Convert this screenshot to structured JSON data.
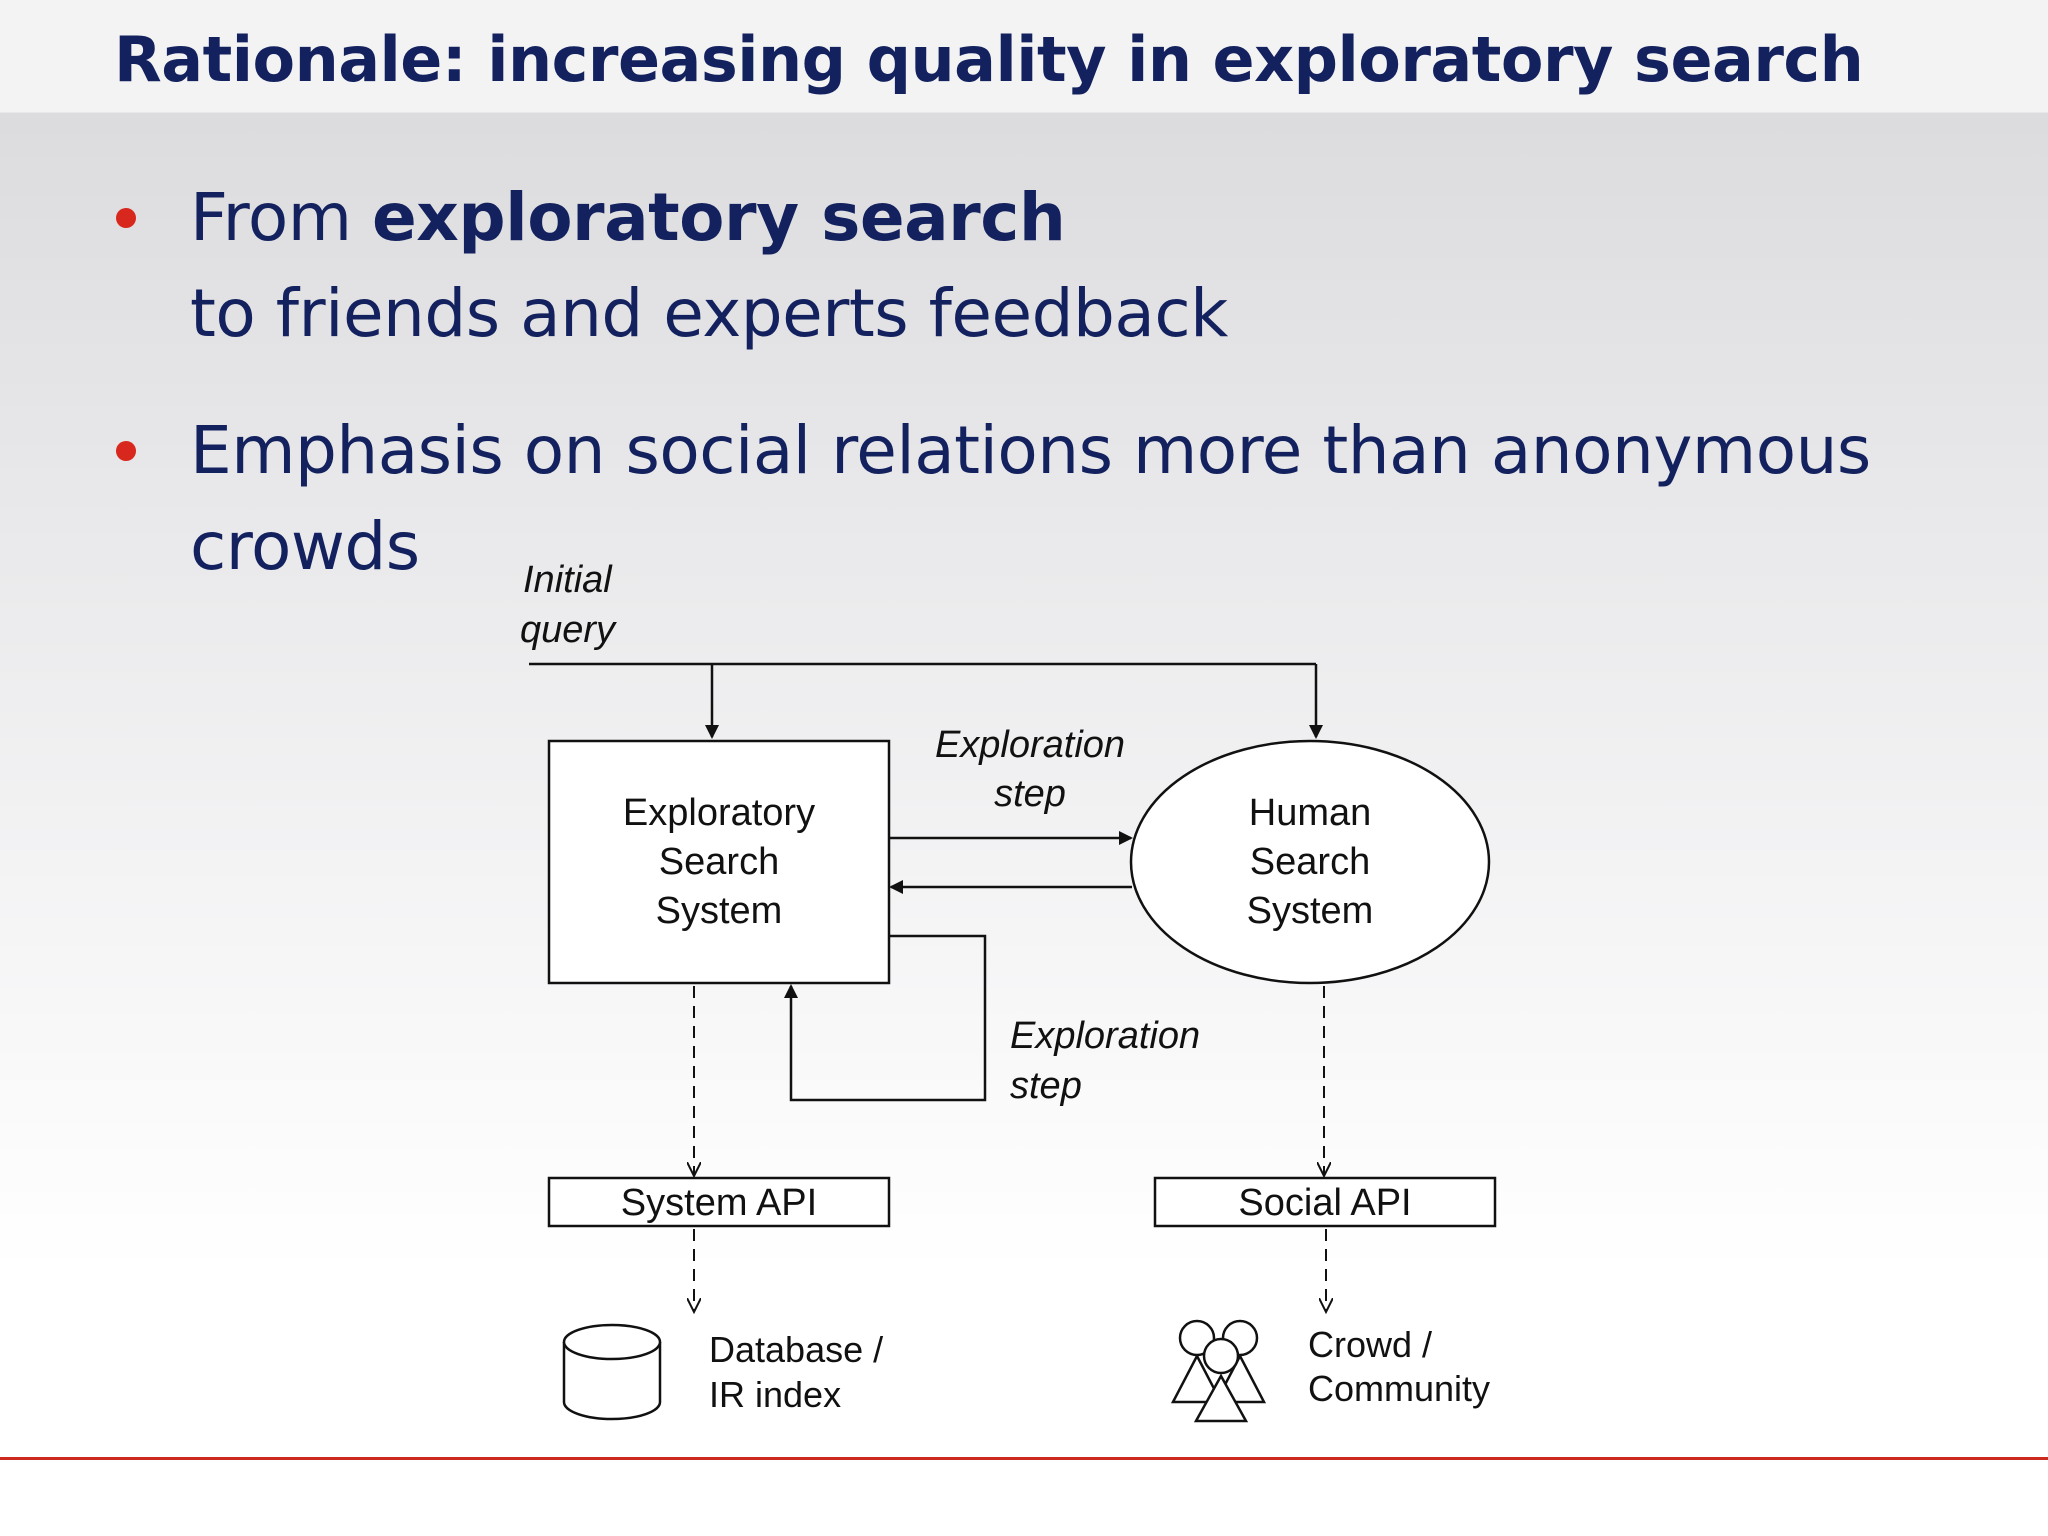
{
  "slide": {
    "title": "Rationale: increasing quality in exploratory search",
    "bullets": [
      {
        "pre": "From ",
        "bold": "exploratory search",
        "line2": "to friends and experts feedback"
      },
      {
        "line1": "Emphasis on social relations more than anonymous",
        "line2": "crowds"
      }
    ]
  },
  "diagram": {
    "initial_query": [
      "Initial",
      "query"
    ],
    "exploratory_system": [
      "Exploratory",
      "Search",
      "System"
    ],
    "human_system": [
      "Human",
      "Search",
      "System"
    ],
    "exploration_step_top": [
      "Exploration",
      "step"
    ],
    "exploration_step_loop": [
      "Exploration",
      "step"
    ],
    "system_api": "System API",
    "social_api": "Social API",
    "database": [
      "Database /",
      "IR index"
    ],
    "crowd": [
      "Crowd /",
      "Community"
    ]
  },
  "colors": {
    "title_text": "#13215e",
    "bullet_text": "#13215e",
    "bullet_dot": "#d8271c",
    "footer_rule": "#cc2a1e",
    "diagram_stroke": "#111111"
  }
}
